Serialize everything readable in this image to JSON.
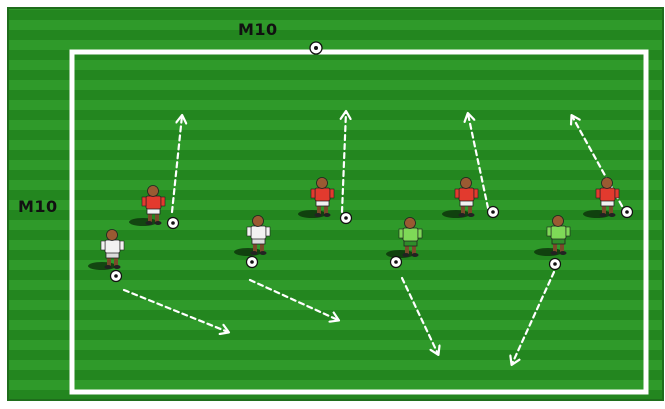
{
  "pitch": {
    "colors": {
      "stripe_light": "#2f9a2a",
      "stripe_dark": "#23861f",
      "border": "#ffffff",
      "frame": "#1f6d1c"
    }
  },
  "labels": {
    "top": "M10",
    "left": "M10"
  },
  "players": [
    {
      "team": "white",
      "kit": "#f2f2f2",
      "shorts": "#dcdcdc"
    },
    {
      "team": "red",
      "kit": "#e23a2e",
      "shorts": "#f2f2f2"
    },
    {
      "team": "white",
      "kit": "#f2f2f2",
      "shorts": "#dcdcdc"
    },
    {
      "team": "red",
      "kit": "#e23a2e",
      "shorts": "#f2f2f2"
    },
    {
      "team": "green",
      "kit": "#7ed957",
      "shorts": "#2f8d2a"
    },
    {
      "team": "red",
      "kit": "#e23a2e",
      "shorts": "#f2f2f2"
    },
    {
      "team": "green",
      "kit": "#7ed957",
      "shorts": "#2f8d2a"
    },
    {
      "team": "red",
      "kit": "#e23a2e",
      "shorts": "#f2f2f2"
    }
  ],
  "movement": {
    "style": "dashed",
    "color": "#ffffff"
  }
}
